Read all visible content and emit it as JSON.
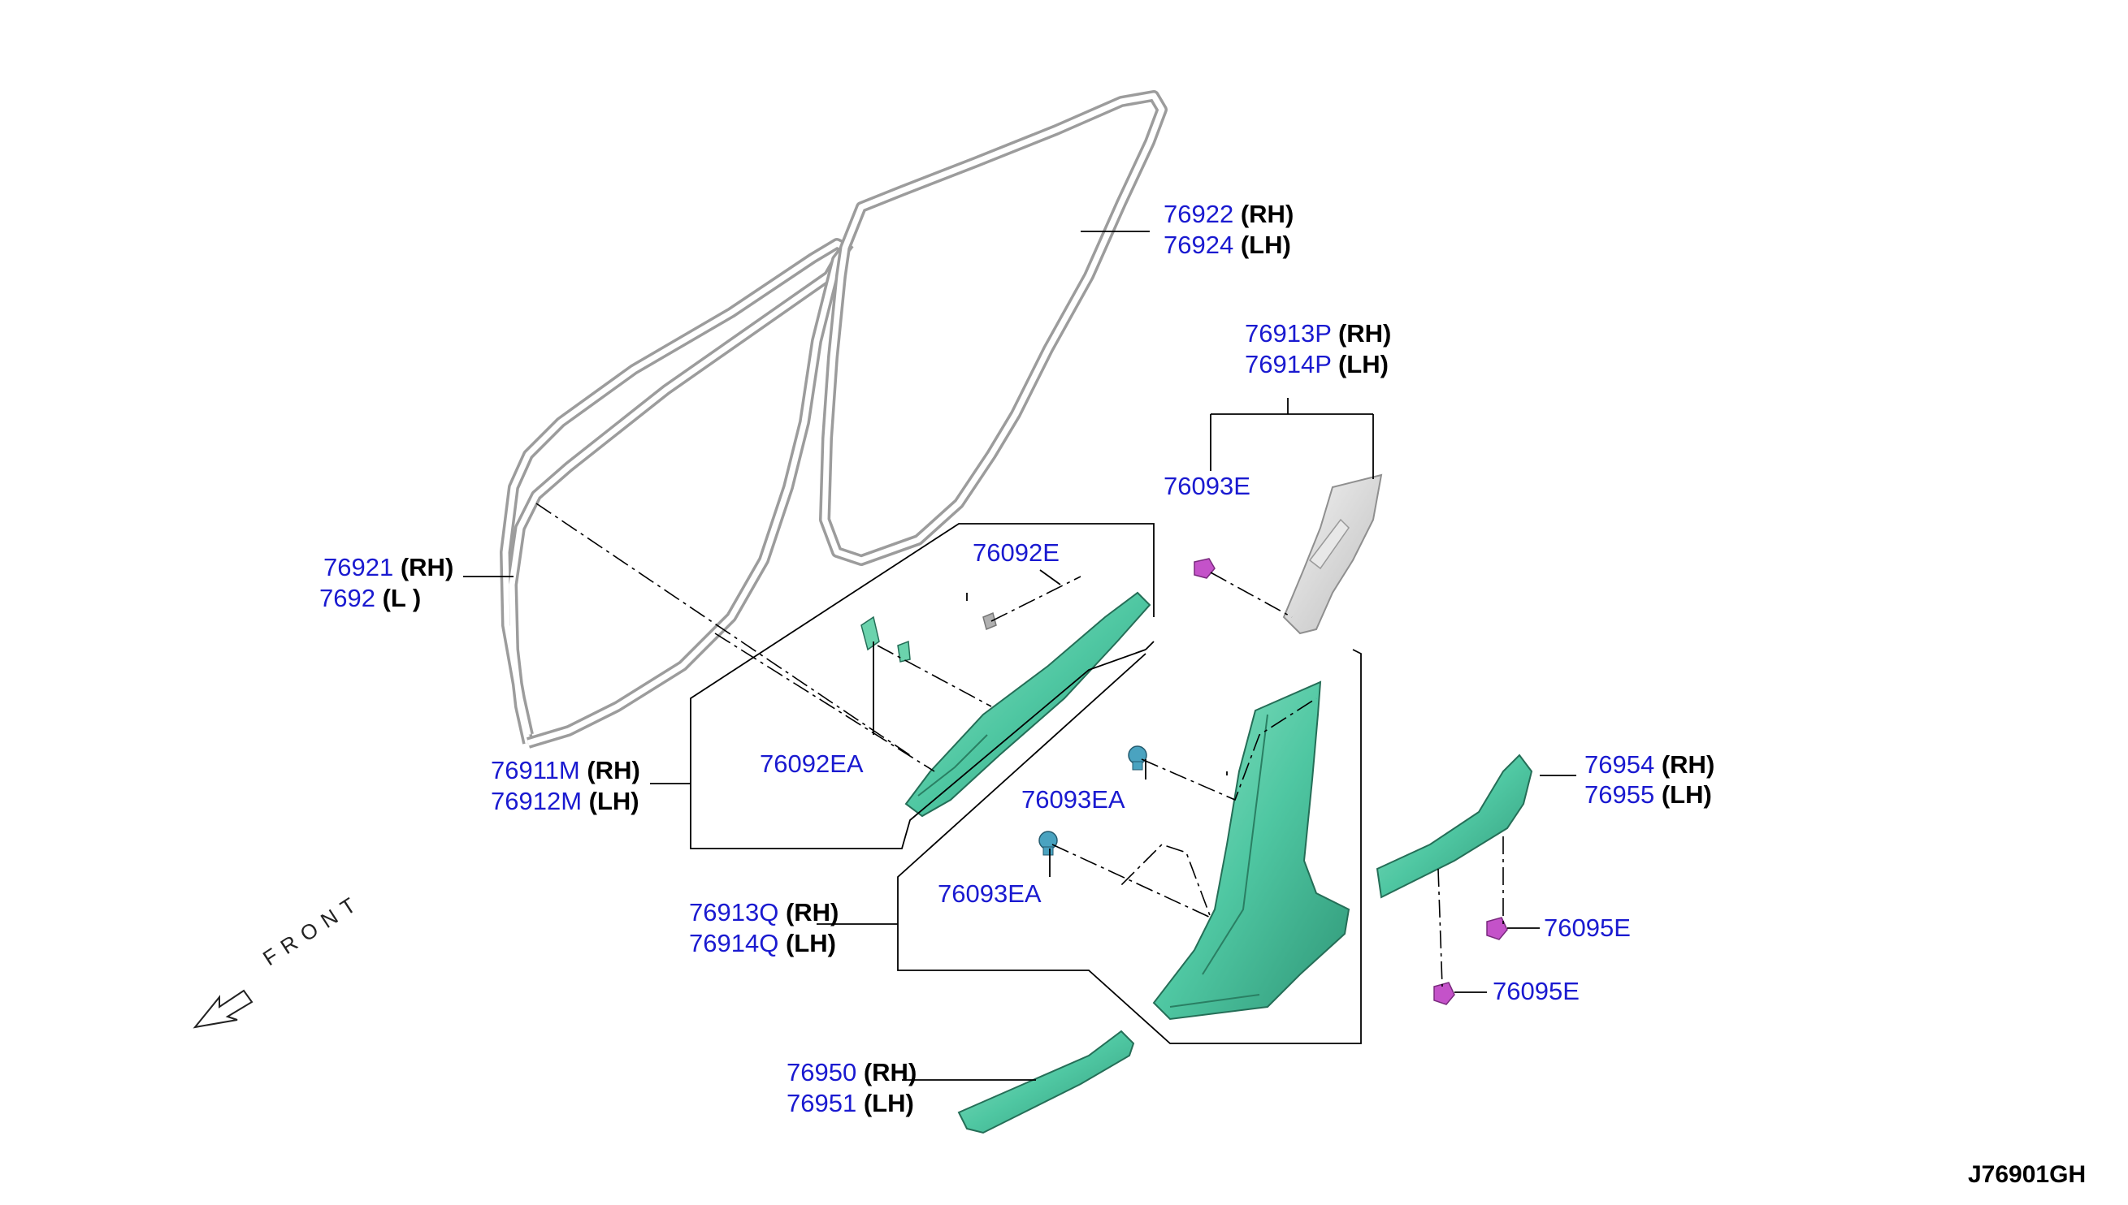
{
  "diagram_code": "J76901GH",
  "front_label": "FRONT",
  "labels": {
    "l76922": {
      "part": "76922",
      "side": "(RH)"
    },
    "l76924": {
      "part": "76924",
      "side": "(LH)"
    },
    "l76913P": {
      "part": "76913P",
      "side": "(RH)"
    },
    "l76914P": {
      "part": "76914P",
      "side": "(LH)"
    },
    "l76093E": {
      "part": "76093E"
    },
    "l76092E": {
      "part": "76092E"
    },
    "l76921": {
      "part": "76921",
      "side": "(RH)"
    },
    "l76923": {
      "part": "7692",
      "side": "(L )"
    },
    "l76092EA": {
      "part": "76092EA"
    },
    "l76911M": {
      "part": "76911M",
      "side": "(RH)"
    },
    "l76912M": {
      "part": "76912M",
      "side": "(LH)"
    },
    "l76093EA_a": {
      "part": "76093EA"
    },
    "l76093EA_b": {
      "part": "76093EA"
    },
    "l76954": {
      "part": "76954",
      "side": "(RH)"
    },
    "l76955": {
      "part": "76955",
      "side": "(LH)"
    },
    "l76913Q": {
      "part": "76913Q",
      "side": "(RH)"
    },
    "l76914Q": {
      "part": "76914Q",
      "side": "(LH)"
    },
    "l76095E_a": {
      "part": "76095E"
    },
    "l76095E_b": {
      "part": "76095E"
    },
    "l76950": {
      "part": "76950",
      "side": "(RH)"
    },
    "l76951": {
      "part": "76951",
      "side": "(LH)"
    }
  },
  "colors": {
    "label_blue": "#1a1ad0",
    "trim_green": "#4fc7a2",
    "trim_green_dark": "#2f9677",
    "clip_magenta": "#c452c9",
    "clip_blue": "#4aa3c0",
    "seal_gray": "#d9d9d9"
  }
}
